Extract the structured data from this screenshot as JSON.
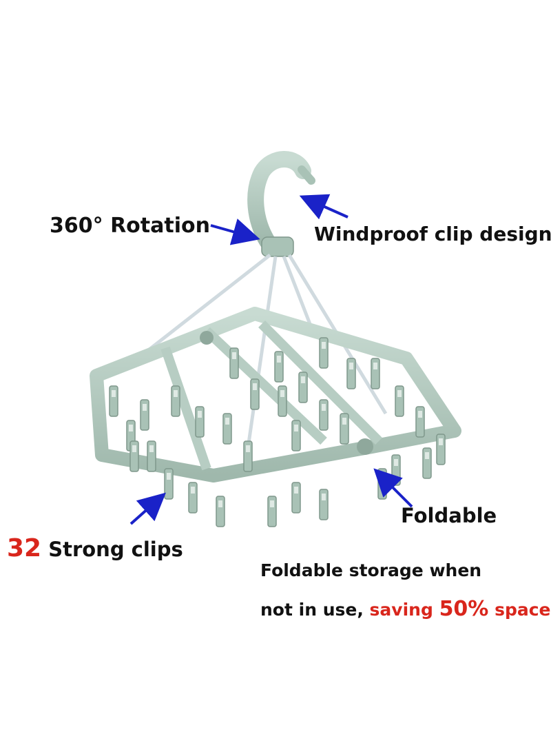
{
  "labels": {
    "rotation": "360° Rotation",
    "windproof": "Windproof clip design",
    "foldable": "Foldable",
    "clips_count": "32",
    "clips_text": " Strong clips",
    "storage_line1": "Foldable storage when",
    "storage_line2_plain": "not in use, ",
    "storage_line2_red_a": "saving ",
    "storage_line2_red_b": "50%",
    "storage_line2_red_c": " space"
  },
  "colors": {
    "hanger": "#b7cdc3",
    "hanger_dark": "#8fa89c",
    "arrow": "#1a22c8",
    "highlight": "#d9261c",
    "text": "#111111"
  }
}
